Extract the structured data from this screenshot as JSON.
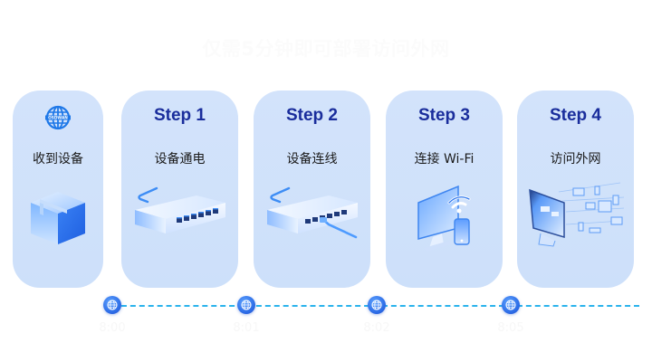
{
  "headline": "仅需5分钟即可部署访问外网",
  "logo": {
    "icon": "globe-logo-icon",
    "text": "OSDWAN"
  },
  "cards": [
    {
      "step": "",
      "label": "收到设备",
      "icon": "package-box-icon"
    },
    {
      "step": "Step 1",
      "label": "设备通电",
      "icon": "network-switch-icon"
    },
    {
      "step": "Step 2",
      "label": "设备连线",
      "icon": "network-switch-cable-icon"
    },
    {
      "step": "Step 3",
      "label": "连接 Wi-Fi",
      "icon": "monitor-wifi-phone-icon"
    },
    {
      "step": "Step 4",
      "label": "访问外网",
      "icon": "monitor-internet-icon"
    }
  ],
  "timeline": {
    "nodes": [
      {
        "time": "8:00",
        "icon": "globe-icon"
      },
      {
        "time": "8:01",
        "icon": "globe-icon"
      },
      {
        "time": "8:02",
        "icon": "globe-icon"
      },
      {
        "time": "8:05",
        "icon": "globe-icon"
      }
    ]
  },
  "colors": {
    "card_bg": "#cfe1fa",
    "step_text": "#1a2d9c",
    "timeline_dash": "#2bb3ec",
    "node_blue": "#2f6fe8"
  }
}
